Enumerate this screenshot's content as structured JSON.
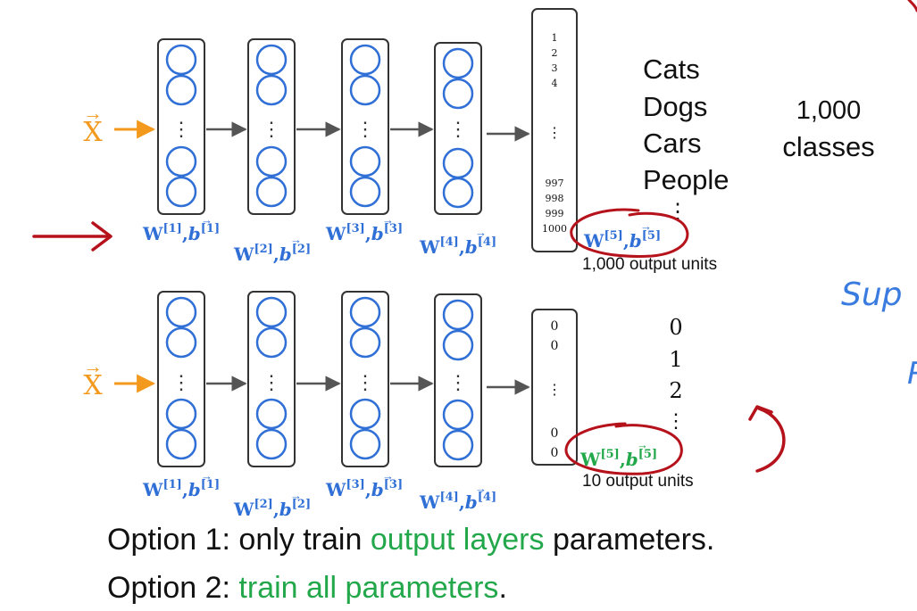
{
  "colors": {
    "blue": "#2f6fd6",
    "orange": "#f39a1e",
    "green": "#22a84a",
    "red": "#b5121b",
    "layer_box": "#333333",
    "arrow": "#555555"
  },
  "top_network": {
    "input_label": "X",
    "weights": [
      {
        "w": "W",
        "sup": "[1]",
        "b": "b",
        "bsup": "[1]"
      },
      {
        "w": "W",
        "sup": "[2]",
        "b": "b",
        "bsup": "[2]"
      },
      {
        "w": "W",
        "sup": "[3]",
        "b": "b",
        "bsup": "[3]"
      },
      {
        "w": "W",
        "sup": "[4]",
        "b": "b",
        "bsup": "[4]"
      }
    ],
    "output_units": [
      "1",
      "2",
      "3",
      "4",
      "⋮",
      "997",
      "998",
      "999",
      "1000"
    ],
    "output_weight": {
      "w": "W",
      "sup": "[5]",
      "b": "b",
      "bsup": "[5]"
    },
    "output_caption": "1,000 output units",
    "classes": [
      "Cats",
      "Dogs",
      "Cars",
      "People",
      "⋮"
    ],
    "class_count_line1": "1,000",
    "class_count_line2": "classes"
  },
  "bottom_network": {
    "input_label": "X",
    "weights": [
      {
        "w": "W",
        "sup": "[1]",
        "b": "b",
        "bsup": "[1]"
      },
      {
        "w": "W",
        "sup": "[2]",
        "b": "b",
        "bsup": "[2]"
      },
      {
        "w": "W",
        "sup": "[3]",
        "b": "b",
        "bsup": "[3]"
      },
      {
        "w": "W",
        "sup": "[4]",
        "b": "b",
        "bsup": "[4]"
      }
    ],
    "output_units": [
      "0",
      "0",
      "⋮",
      "0",
      "0"
    ],
    "output_weight": {
      "w": "W",
      "sup": "[5]",
      "b": "b",
      "bsup": "[5]"
    },
    "output_caption": "10 output units",
    "digits": [
      "0",
      "1",
      "2",
      "⋮"
    ]
  },
  "margin_notes": {
    "right_word_1": "Sup",
    "right_word_2": "R"
  },
  "options": {
    "option1_prefix": "Option 1: only train ",
    "option1_highlight": "output layers",
    "option1_suffix": " parameters.",
    "option2_prefix": "Option 2: ",
    "option2_highlight": "train all parameters",
    "option2_suffix": "."
  }
}
